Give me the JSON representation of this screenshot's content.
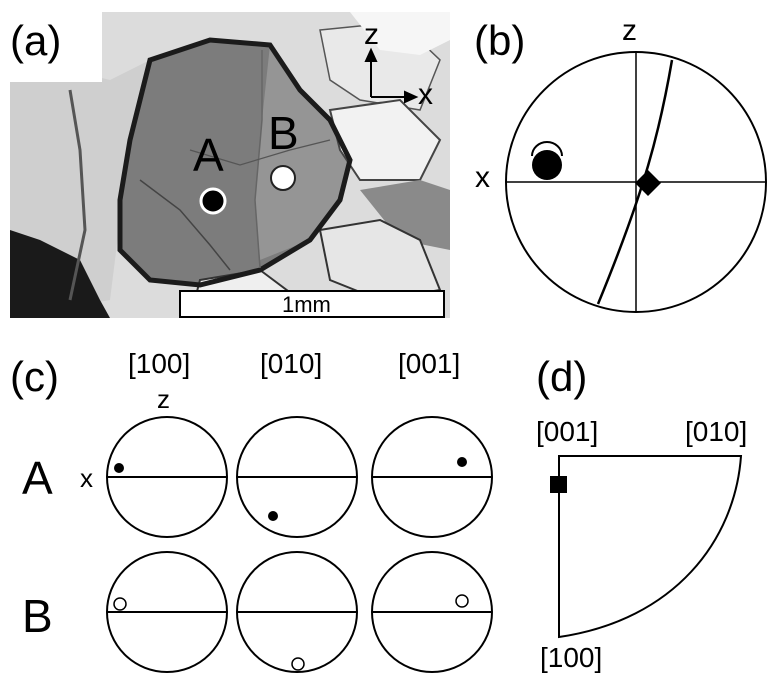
{
  "panel_a": {
    "label": "(a)",
    "point_a": "A",
    "point_b": "B",
    "axis_z": "z",
    "axis_x": "x",
    "scale_label": "1mm"
  },
  "panel_b": {
    "label": "(b)",
    "axis_z": "z",
    "axis_x": "x"
  },
  "panel_c": {
    "label": "(c)",
    "columns": [
      "[100]",
      "[010]",
      "[001]"
    ],
    "axis_z": "z",
    "axis_x": "x",
    "rows": [
      "A",
      "B"
    ]
  },
  "panel_d": {
    "label": "(d)",
    "corner_top_left": "[001]",
    "corner_top_right": "[010]",
    "corner_bottom": "[100]"
  }
}
